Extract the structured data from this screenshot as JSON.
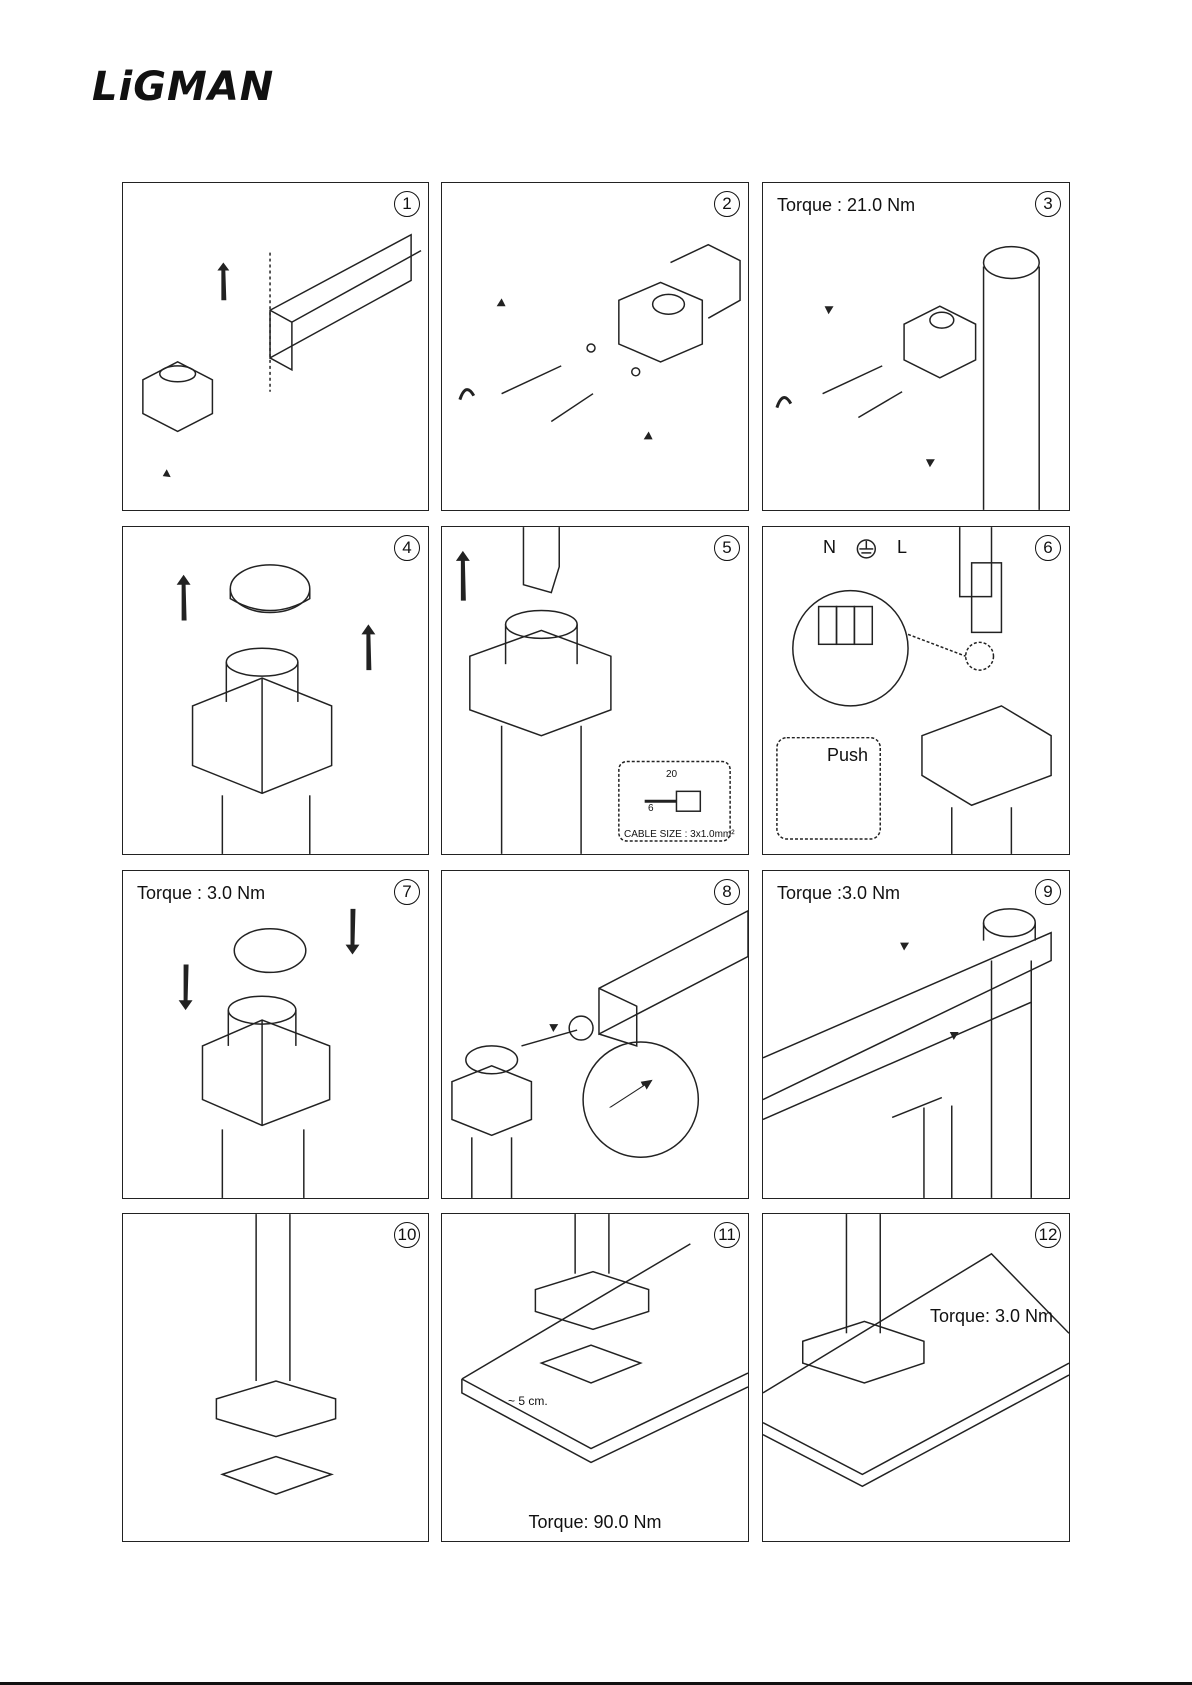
{
  "brand": {
    "logo_text": "LiGMAN"
  },
  "panels": [
    {
      "step": "1",
      "torque": ""
    },
    {
      "step": "2",
      "torque": ""
    },
    {
      "step": "3",
      "torque": "Torque : 21.0 Nm"
    },
    {
      "step": "4",
      "torque": ""
    },
    {
      "step": "5",
      "torque": "",
      "dim_20": "20",
      "dim_6": "6",
      "cable_size": "CABLE SIZE : 3x1.0mm²"
    },
    {
      "step": "6",
      "torque": "",
      "label_n": "N",
      "label_l": "L",
      "push": "Push"
    },
    {
      "step": "7",
      "torque": "Torque : 3.0 Nm"
    },
    {
      "step": "8",
      "torque": ""
    },
    {
      "step": "9",
      "torque": "Torque :3.0 Nm"
    },
    {
      "step": "10",
      "torque": ""
    },
    {
      "step": "11",
      "torque": "Torque: 90.0 Nm",
      "depth": "~ 5 cm."
    },
    {
      "step": "12",
      "torque": "Torque: 3.0 Nm"
    }
  ]
}
